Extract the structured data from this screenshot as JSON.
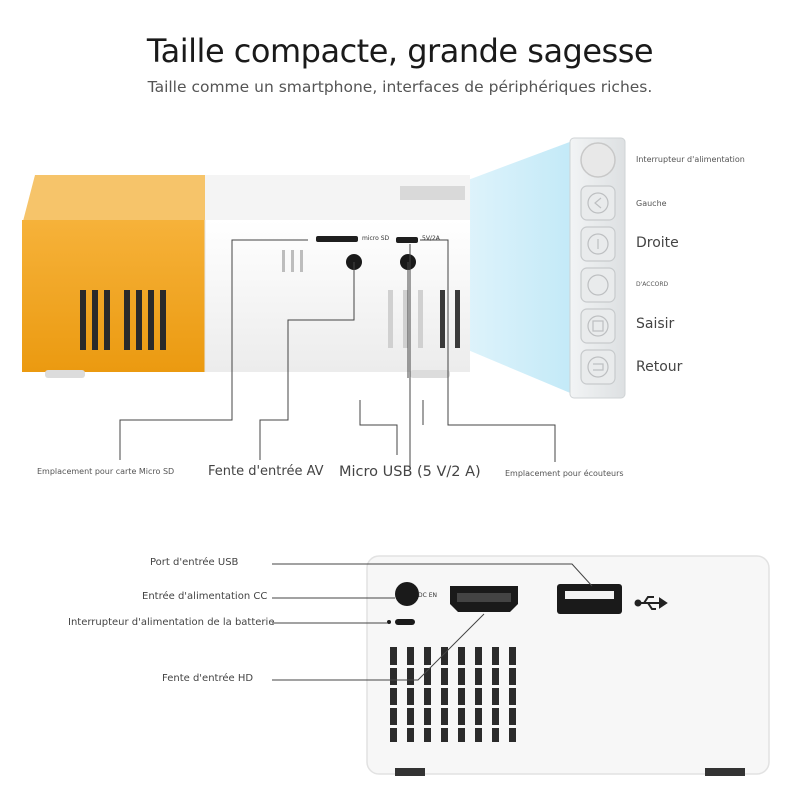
{
  "header": {
    "title": "Taille compacte, grande sagesse",
    "subtitle": "Taille comme un smartphone, interfaces de périphériques riches."
  },
  "side_view": {
    "port_print_sd": "micro SD",
    "port_print_usb": "5V/2A",
    "callouts": {
      "sd_slot": "Emplacement pour carte Micro SD",
      "av_input": "Fente d'entrée AV",
      "micro_usb": "Micro USB (5 V/2 A)",
      "headphone": "Emplacement pour écouteurs"
    }
  },
  "control_buttons": [
    {
      "label": "Interrupteur d'alimentation",
      "icon": "power-icon"
    },
    {
      "label": "Gauche",
      "icon": "left-arrow-icon"
    },
    {
      "label": "Droite",
      "icon": "right-arrow-icon"
    },
    {
      "label": "D'ACCORD",
      "icon": "ok-icon"
    },
    {
      "label": "Saisir",
      "icon": "input-icon"
    },
    {
      "label": "Retour",
      "icon": "return-icon"
    }
  ],
  "rear_view": {
    "port_print_dc": "DC EN",
    "callouts": {
      "usb_input": "Port d'entrée USB",
      "dc_input": "Entrée d'alimentation CC",
      "battery_switch": "Interrupteur d'alimentation de la batterie",
      "hd_input": "Fente d'entrée HD"
    }
  },
  "colors": {
    "orange": "#f4a51c",
    "body_white": "#f7f7f7",
    "beam": "#bfe8f7"
  }
}
